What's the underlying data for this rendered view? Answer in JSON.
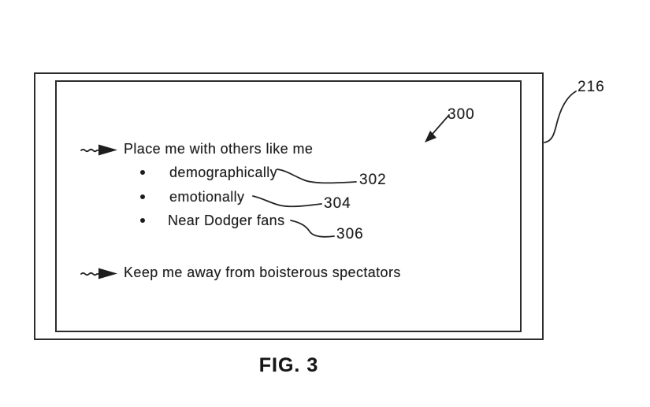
{
  "colors": {
    "ink": "#1d1d1d",
    "background": "#ffffff"
  },
  "figure": {
    "caption": "FIG. 3",
    "outer_box_ref": "216",
    "content_ref": "300",
    "preferences": [
      {
        "label": "Place me with others like me",
        "sub_items": [
          {
            "label": "demographically",
            "ref": "302"
          },
          {
            "label": "emotionally",
            "ref": "304"
          },
          {
            "label": "Near Dodger fans",
            "ref": "306"
          }
        ]
      },
      {
        "label": "Keep me away from boisterous spectators",
        "sub_items": []
      }
    ]
  }
}
